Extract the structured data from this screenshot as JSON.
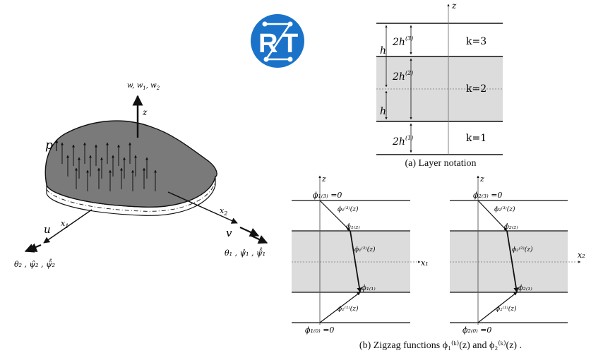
{
  "logo": {
    "text_left": "R",
    "text_right": "T",
    "color": "#1a73c9"
  },
  "plate": {
    "load_label": "p",
    "z_label": "z",
    "w_label": "w, w",
    "w_sub1": "1",
    "w_sep": ", w",
    "w_sub2": "2",
    "x1_label": "x",
    "x1_sub": "1",
    "x2_label": "x",
    "x2_sub": "2",
    "u_label": "u",
    "v_label": "v",
    "theta2_label": "θ₂ , ψ̂₂ , ψ̂̂₂",
    "theta1_label": "θ₁ , ψ̂₁ , ψ̂̂₁"
  },
  "layers": {
    "z_label": "z",
    "h_label": "h",
    "k_labels": [
      "k=3",
      "k=2",
      "k=1"
    ],
    "thickness_labels": [
      "2h",
      "2h",
      "2h"
    ],
    "thickness_sups": [
      "(3)",
      "(2)",
      "(1)"
    ],
    "caption": "(a) Layer notation",
    "shade_color": "#dcdcdc"
  },
  "zigzag": {
    "left": {
      "z_label": "z",
      "axis_label": "x₁",
      "top_zero": "ϕ₁₍₃₎ =0",
      "phi3": "ϕ₁⁽³⁾(z)",
      "node2": "ϕ₁₍₂₎",
      "phi2": "ϕ₁⁽²⁾(z)",
      "node1": "ϕ₁₍₁₎",
      "phi1": "ϕ₁⁽¹⁾(z)",
      "bottom_zero": "ϕ₁₍₀₎ =0"
    },
    "right": {
      "z_label": "z",
      "axis_label": "x₂",
      "top_zero": "ϕ₂₍₃₎ =0",
      "phi3": "ϕ₂⁽³⁾(z)",
      "node2": "ϕ₂₍₂₎",
      "phi2": "ϕ₂⁽²⁾(z)",
      "node1": "ϕ₂₍₁₎",
      "phi1": "ϕ₂⁽¹⁾(z)",
      "bottom_zero": "ϕ₂₍₀₎ =0"
    },
    "caption": "(b) Zigzag functions  ϕ₁⁽ᵏ⁾(z) and ϕ₂⁽ᵏ⁾(z) ."
  }
}
